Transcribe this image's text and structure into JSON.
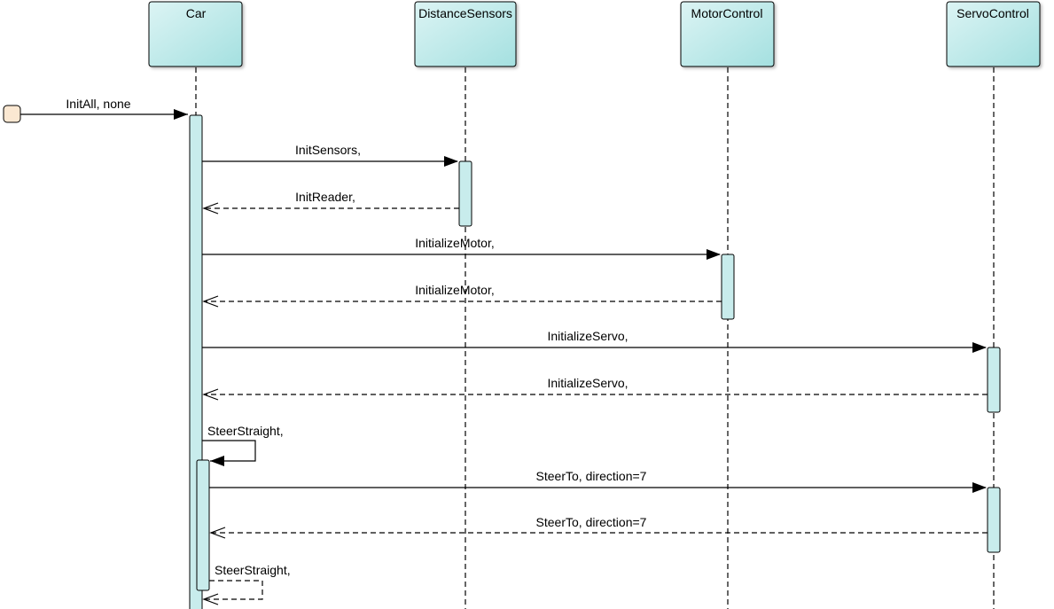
{
  "colors": {
    "lifeline_fill_top": "#d8f2f2",
    "lifeline_fill_bottom": "#a8e2e2",
    "activation_fill": "#c8ecec",
    "initial_fill": "#fbe8d2",
    "line": "#000000"
  },
  "lifelines": [
    {
      "id": "car",
      "label": "Car"
    },
    {
      "id": "sensors",
      "label": "DistanceSensors"
    },
    {
      "id": "motor",
      "label": "MotorControl"
    },
    {
      "id": "servo",
      "label": "ServoControl"
    }
  ],
  "messages": [
    {
      "id": "m1",
      "label": "InitAll, none",
      "from": "start",
      "to": "car",
      "kind": "call"
    },
    {
      "id": "m2",
      "label": "InitSensors,",
      "from": "car",
      "to": "sensors",
      "kind": "call"
    },
    {
      "id": "m3",
      "label": "InitReader,",
      "from": "sensors",
      "to": "car",
      "kind": "return"
    },
    {
      "id": "m4",
      "label": "InitializeMotor,",
      "from": "car",
      "to": "motor",
      "kind": "call"
    },
    {
      "id": "m5",
      "label": "InitializeMotor,",
      "from": "motor",
      "to": "car",
      "kind": "return"
    },
    {
      "id": "m6",
      "label": "InitializeServo,",
      "from": "car",
      "to": "servo",
      "kind": "call"
    },
    {
      "id": "m7",
      "label": "InitializeServo,",
      "from": "servo",
      "to": "car",
      "kind": "return"
    },
    {
      "id": "m8",
      "label": "SteerStraight,",
      "from": "car",
      "to": "car",
      "kind": "self-call"
    },
    {
      "id": "m9",
      "label": "SteerTo, direction=7",
      "from": "car",
      "to": "servo",
      "kind": "call"
    },
    {
      "id": "m10",
      "label": "SteerTo, direction=7",
      "from": "servo",
      "to": "car",
      "kind": "return"
    },
    {
      "id": "m11",
      "label": "SteerStraight,",
      "from": "car",
      "to": "car",
      "kind": "self-return"
    }
  ]
}
